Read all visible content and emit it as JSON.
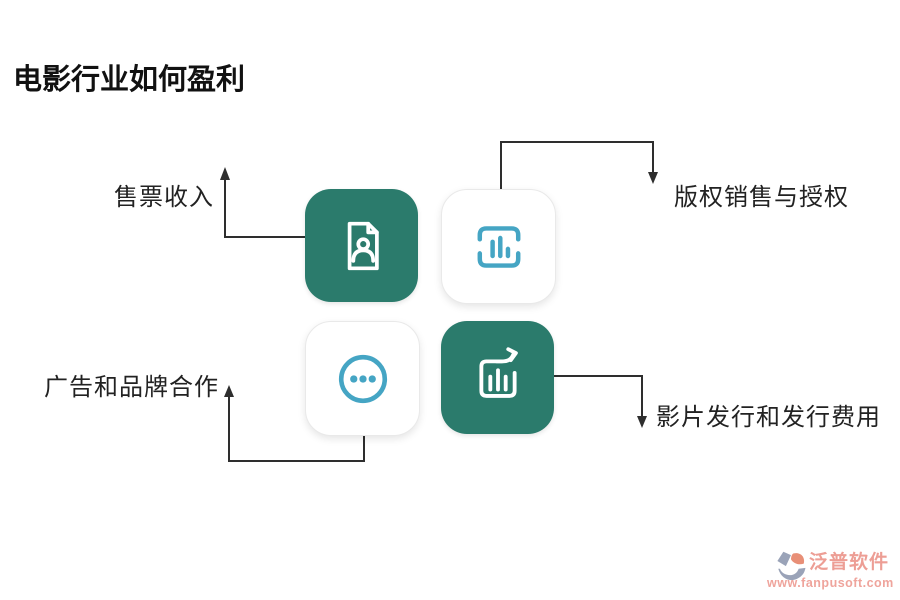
{
  "page": {
    "title": "电影行业如何盈利",
    "background": "#ffffff"
  },
  "diagram": {
    "nodes": [
      {
        "id": "ticket-revenue",
        "label": "售票收入",
        "icon": "document-person-icon",
        "card_style": "teal"
      },
      {
        "id": "copyright-licensing",
        "label": "版权销售与授权",
        "icon": "scan-bars-icon",
        "card_style": "white"
      },
      {
        "id": "ads-branding",
        "label": "广告和品牌合作",
        "icon": "ellipsis-circle-icon",
        "card_style": "white"
      },
      {
        "id": "film-distribution",
        "label": "影片发行和发行费用",
        "icon": "chart-arrow-icon",
        "card_style": "teal"
      }
    ],
    "colors": {
      "teal_card": "#2B7B6C",
      "blue_icon": "#45A5C4",
      "icon_on_teal": "#ffffff",
      "connector_line": "#2e2e2e",
      "white_card_border": "#e9e9e9"
    }
  },
  "watermark": {
    "brand": "泛普软件",
    "url": "www.fanpusoft.com",
    "brand_color": "#ED9E95"
  }
}
